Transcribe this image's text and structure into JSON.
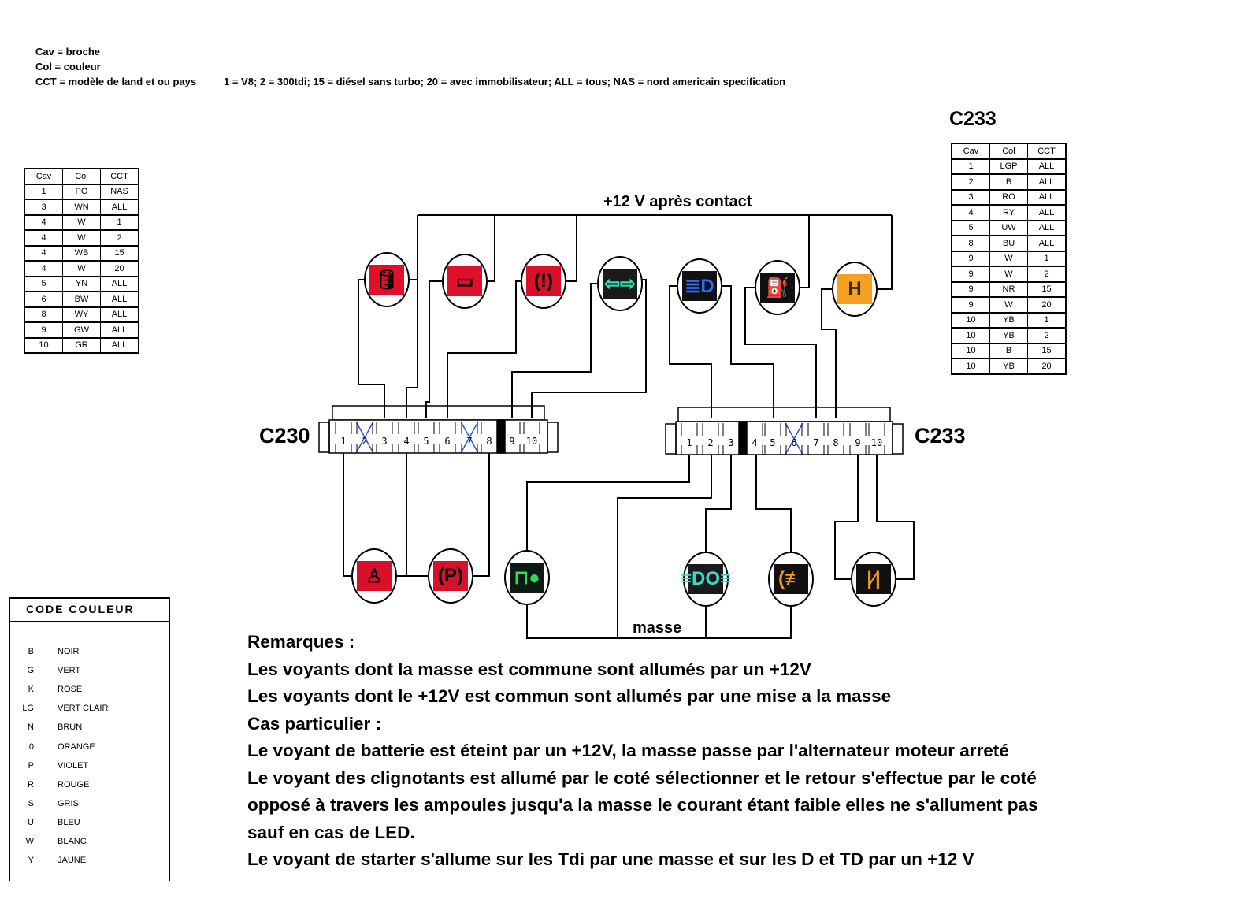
{
  "legend": {
    "cav": "Cav = broche",
    "col": "Col = couleur",
    "cct": "CCT = modèle de land et ou pays",
    "cct_values": "1 = V8; 2 = 300tdi; 15 = diésel sans turbo; 20 = avec immobilisateur; ALL = tous; NAS = nord americain specification"
  },
  "table_headers": [
    "Cav",
    "Col",
    "CCT"
  ],
  "c230_table": [
    [
      "1",
      "PO",
      "NAS"
    ],
    [
      "3",
      "WN",
      "ALL"
    ],
    [
      "4",
      "W",
      "1"
    ],
    [
      "4",
      "W",
      "2"
    ],
    [
      "4",
      "WB",
      "15"
    ],
    [
      "4",
      "W",
      "20"
    ],
    [
      "5",
      "YN",
      "ALL"
    ],
    [
      "6",
      "BW",
      "ALL"
    ],
    [
      "8",
      "WY",
      "ALL"
    ],
    [
      "9",
      "GW",
      "ALL"
    ],
    [
      "10",
      "GR",
      "ALL"
    ]
  ],
  "c233_title": "C233",
  "c233_table": [
    [
      "1",
      "LGP",
      "ALL"
    ],
    [
      "2",
      "B",
      "ALL"
    ],
    [
      "3",
      "RO",
      "ALL"
    ],
    [
      "4",
      "RY",
      "ALL"
    ],
    [
      "5",
      "UW",
      "ALL"
    ],
    [
      "8",
      "BU",
      "ALL"
    ],
    [
      "9",
      "W",
      "1"
    ],
    [
      "9",
      "W",
      "2"
    ],
    [
      "9",
      "NR",
      "15"
    ],
    [
      "9",
      "W",
      "20"
    ],
    [
      "10",
      "YB",
      "1"
    ],
    [
      "10",
      "YB",
      "2"
    ],
    [
      "10",
      "B",
      "15"
    ],
    [
      "10",
      "YB",
      "20"
    ]
  ],
  "diagram": {
    "bus_label": "+12 V après contact",
    "ground_label": "masse",
    "c230_label": "C230",
    "c233_label": "C233",
    "pins": [
      "1",
      "2",
      "3",
      "4",
      "5",
      "6",
      "7",
      "8",
      "9",
      "10"
    ],
    "top_lamps": [
      {
        "name": "oil-pressure-icon",
        "bg": "#e0102a",
        "fg": "#000",
        "glyph": "🛢"
      },
      {
        "name": "battery-icon",
        "bg": "#e0102a",
        "fg": "#000",
        "glyph": "▭"
      },
      {
        "name": "brake-warning-icon",
        "bg": "#d8102a",
        "fg": "#000",
        "glyph": "(!)"
      },
      {
        "name": "turn-signal-icon",
        "bg": "#1a1a1a",
        "fg": "#2fe0b0",
        "glyph": "⇦⇨"
      },
      {
        "name": "main-beam-icon",
        "bg": "#111",
        "fg": "#2a6cff",
        "glyph": "≣D"
      },
      {
        "name": "fuel-icon",
        "bg": "#111",
        "fg": "#f39a12",
        "glyph": "⛽"
      },
      {
        "name": "diff-lock-icon",
        "bg": "#f5a020",
        "fg": "#3a2a10",
        "glyph": "H"
      }
    ],
    "bottom_lamps": [
      {
        "name": "seatbelt-icon",
        "bg": "#d8102a",
        "fg": "#000",
        "glyph": "♙"
      },
      {
        "name": "park-brake-icon",
        "bg": "#d8102a",
        "fg": "#000",
        "glyph": "(P)"
      },
      {
        "name": "trailer-icon",
        "bg": "#0d1a14",
        "fg": "#22e05a",
        "glyph": "⊓●"
      },
      {
        "name": "side-light-icon",
        "bg": "#1a1a1a",
        "fg": "#3ad6c8",
        "glyph": "≡DO≡"
      },
      {
        "name": "rear-fog-icon",
        "bg": "#111",
        "fg": "#f39a12",
        "glyph": "(≢"
      },
      {
        "name": "glow-plug-icon",
        "bg": "#111",
        "fg": "#f39a12",
        "glyph": "|⁄|"
      }
    ]
  },
  "code_couleur": {
    "title": "CODE  COULEUR",
    "rows": [
      [
        "B",
        "NOIR"
      ],
      [
        "G",
        "VERT"
      ],
      [
        "K",
        "ROSE"
      ],
      [
        "LG",
        "VERT  CLAIR"
      ],
      [
        "N",
        "BRUN"
      ],
      [
        "0",
        "ORANGE"
      ],
      [
        "P",
        "VIOLET"
      ],
      [
        "R",
        "ROUGE"
      ],
      [
        "S",
        "GRIS"
      ],
      [
        "U",
        "BLEU"
      ],
      [
        "W",
        "BLANC"
      ],
      [
        "Y",
        "JAUNE"
      ]
    ]
  },
  "remarks": [
    "Remarques :",
    "Les voyants dont la masse est commune sont allumés par un +12V",
    "Les voyants dont le +12V est commun sont allumés par une mise a la masse",
    "Cas particulier :",
    "Le voyant de batterie est éteint par un +12V, la masse passe par l'alternateur moteur arreté",
    "Le voyant des clignotants est allumé par le coté sélectionner et le retour s'effectue par le coté",
    "opposé à travers les ampoules jusqu'a la masse le courant étant faible elles ne s'allument pas",
    "sauf en cas de LED.",
    "Le voyant de starter s'allume sur les Tdi par une masse et sur les D et TD par un +12 V"
  ]
}
